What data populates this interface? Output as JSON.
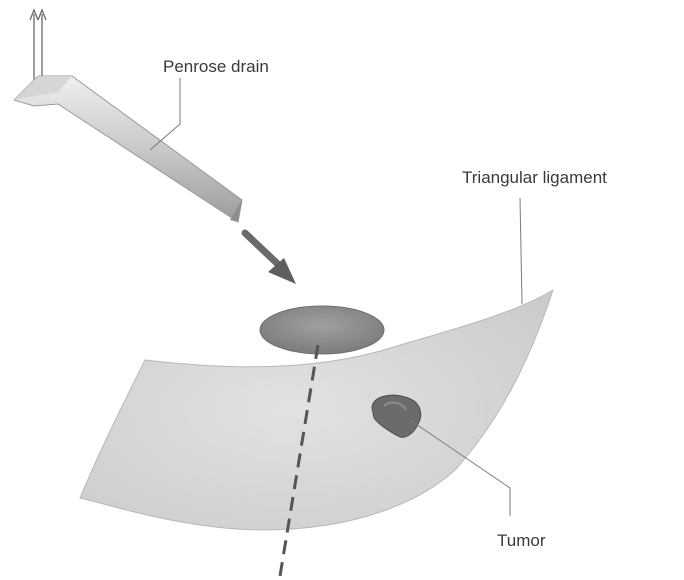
{
  "labels": {
    "penrose_drain": "Penrose drain",
    "triangular_ligament": "Triangular ligament",
    "tumor": "Tumor"
  },
  "colors": {
    "ligament": "#d8d8d8",
    "drain": "#c4c4c4",
    "ellipse": "#8a8a8a",
    "arrow": "#6a6a6a",
    "tumor": "#6b6b6b",
    "line": "#7a7a7a",
    "dashed": "#555555"
  }
}
